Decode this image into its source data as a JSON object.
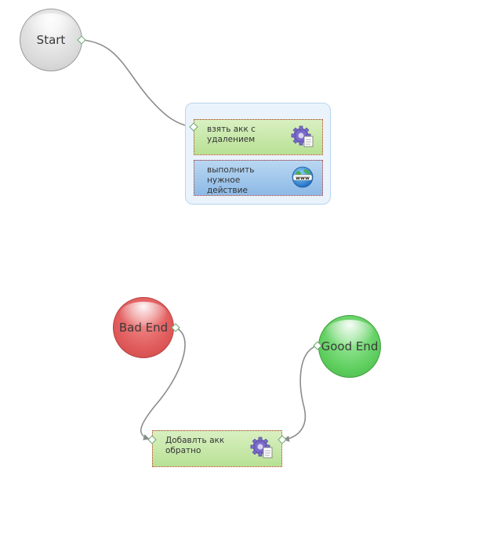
{
  "nodes": {
    "start": "Start",
    "bad_end": "Bad End",
    "good_end": "Good End"
  },
  "actions": {
    "take_account": {
      "label": "взять акк с удалением",
      "icon": "gear-document-icon"
    },
    "perform_action": {
      "label": "выполнить нужное действие",
      "icon": "www-globe-icon"
    },
    "add_back": {
      "label": "Добавлть акк обратно",
      "icon": "gear-document-icon"
    }
  },
  "colors": {
    "connector": "#8c8c8c",
    "start": "#dcdcdc",
    "bad_end": "#e05a5a",
    "good_end": "#5fcf5f",
    "action_green": "#c8e8a8",
    "action_blue": "#9cc3ea",
    "group_bg": "#eaf3fc",
    "dotted_border": "#c0392b"
  }
}
